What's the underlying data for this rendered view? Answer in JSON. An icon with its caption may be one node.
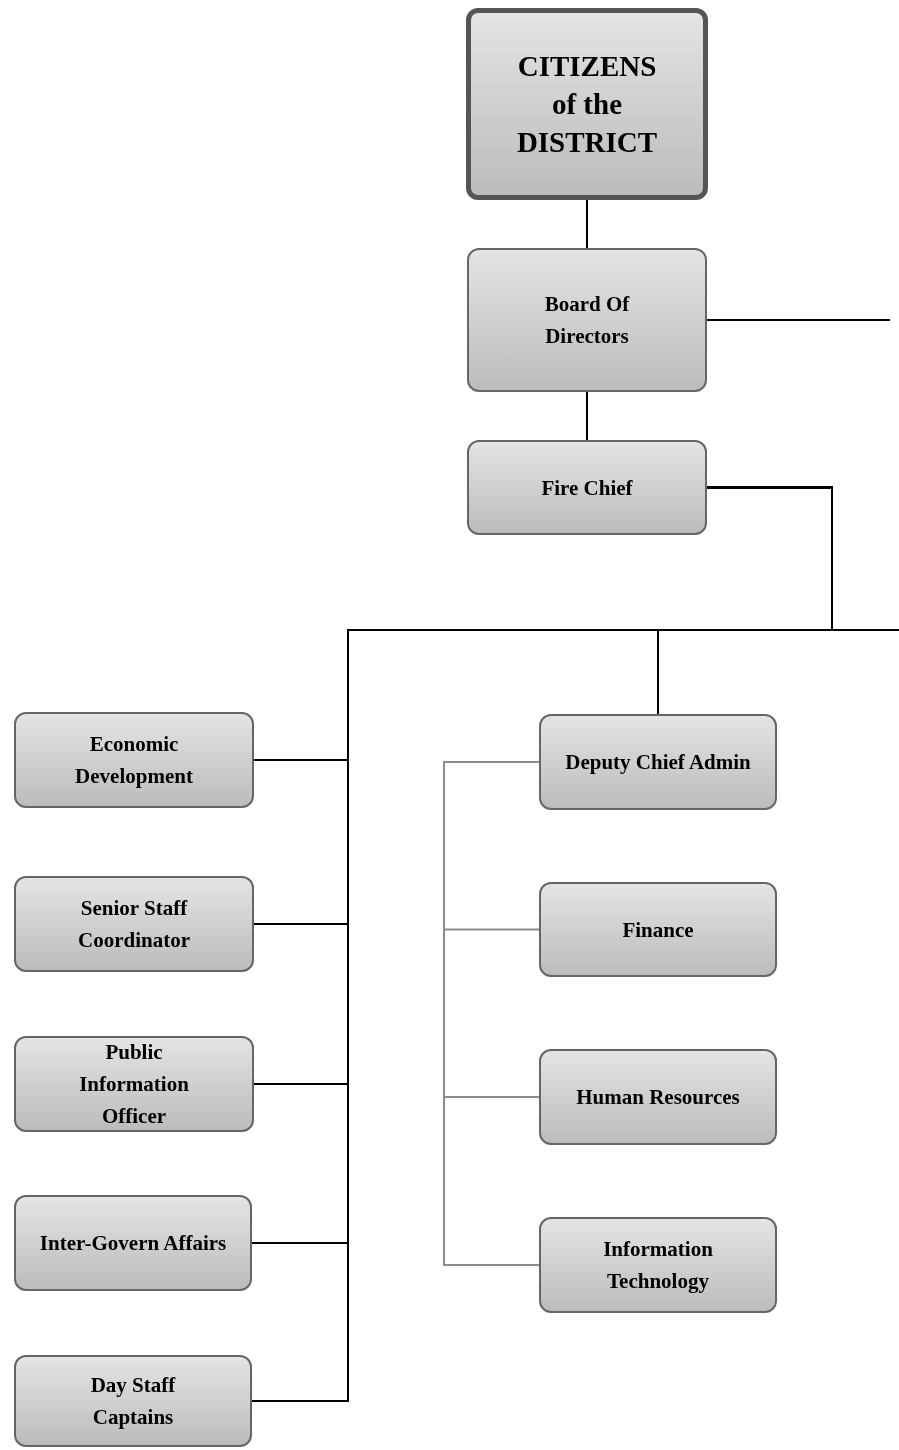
{
  "diagram": {
    "nodes": [
      {
        "text": [
          "CITIZENS of the DISTRICT"
        ]
      },
      {
        "text": [
          "Board Of Directors"
        ]
      },
      {
        "text": [
          "Fire Chief"
        ]
      },
      {
        "text": [
          "Economic Development"
        ]
      },
      {
        "text": [
          "Senior Staff Coordinator"
        ]
      },
      {
        "text": [
          "Public Information Officer"
        ]
      },
      {
        "text": [
          "Inter-Govern Affairs"
        ]
      },
      {
        "text": [
          "Day Staff Captains"
        ]
      },
      {
        "text": [
          "Deputy Chief Admin"
        ]
      },
      {
        "text": [
          "Finance"
        ]
      },
      {
        "text": [
          "Human Resources"
        ]
      },
      {
        "text": [
          "Information Technology"
        ]
      }
    ],
    "edges": [
      {
        "from": 0,
        "to": 1,
        "arrow": "none"
      },
      {
        "from": 1,
        "to": 2,
        "arrow": "none"
      },
      {
        "from": 1,
        "to": null,
        "arrow": "none"
      },
      {
        "from": 2,
        "to": null,
        "arrow": "none"
      },
      {
        "from": 2,
        "to": 8,
        "arrow": "none"
      },
      {
        "from": 2,
        "to": 3,
        "arrow": "none"
      },
      {
        "from": 2,
        "to": 4,
        "arrow": "none"
      },
      {
        "from": 2,
        "to": 5,
        "arrow": "none"
      },
      {
        "from": 2,
        "to": 6,
        "arrow": "none"
      },
      {
        "from": 2,
        "to": 7,
        "arrow": "none"
      },
      {
        "from": 8,
        "to": 9,
        "arrow": "none",
        "color": "#8c8c8c"
      },
      {
        "from": 8,
        "to": 10,
        "arrow": "none",
        "color": "#8c8c8c"
      },
      {
        "from": 8,
        "to": 11,
        "arrow": "none",
        "color": "#8c8c8c"
      }
    ]
  }
}
